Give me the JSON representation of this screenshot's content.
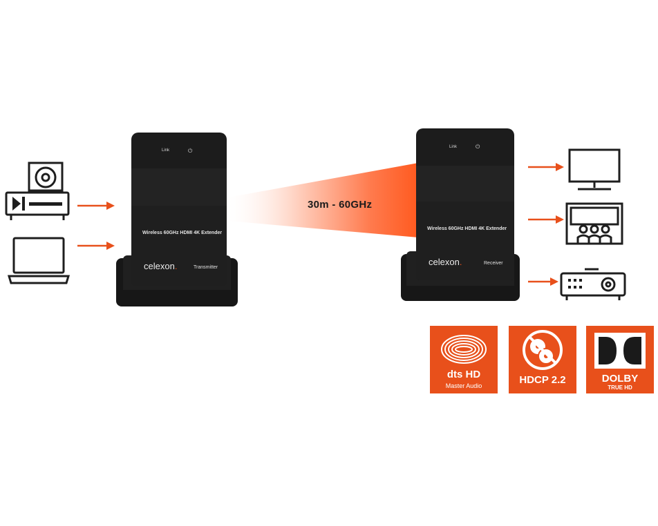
{
  "transmitter": {
    "link_label": "Link",
    "product_name": "Wireless 60GHz HDMI 4K Extender",
    "brand": "celexon",
    "role": "Transmitter"
  },
  "receiver": {
    "link_label": "Link",
    "product_name": "Wireless 60GHz HDMI 4K Extender",
    "brand": "celexon",
    "role": "Receiver"
  },
  "beam": {
    "label": "30m - 60GHz"
  },
  "badges": {
    "dts": {
      "title": "dts HD",
      "subtitle": "Master Audio"
    },
    "hdcp": {
      "title": "HDCP 2.2"
    },
    "dolby": {
      "title": "DOLBY",
      "subtitle": "TRUE HD"
    }
  },
  "icons": {
    "sources": [
      "disc-player-icon",
      "laptop-icon"
    ],
    "outputs": [
      "monitor-icon",
      "cinema-screen-icon",
      "projector-icon"
    ]
  },
  "colors": {
    "accent": "#e8501b",
    "device": "#222222",
    "icon_stroke": "#1e1e1e"
  }
}
